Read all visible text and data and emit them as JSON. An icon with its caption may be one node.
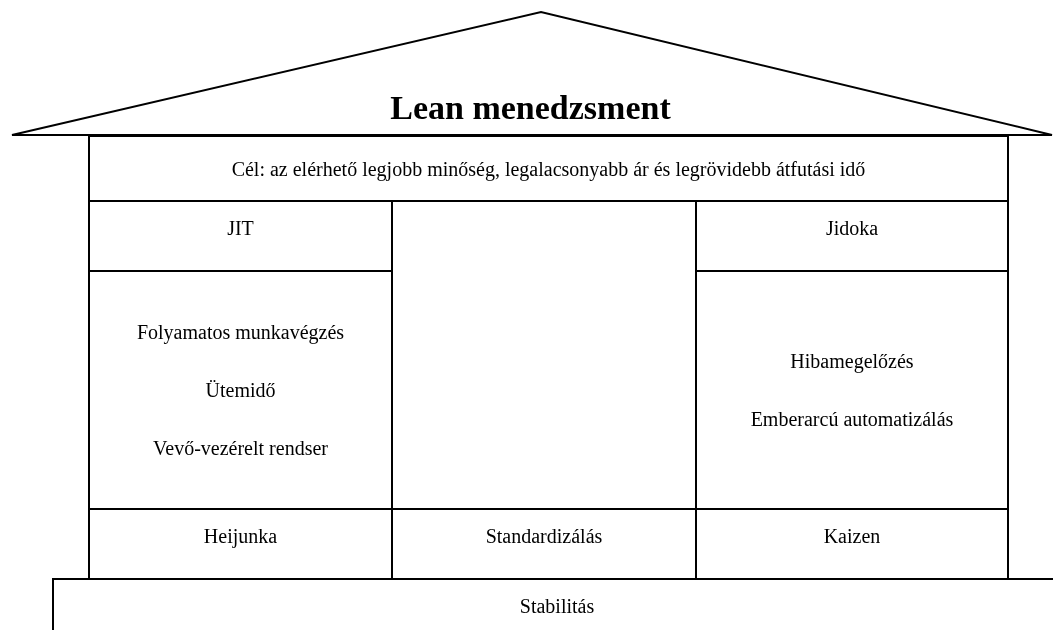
{
  "diagram": {
    "nodes": [
      {
        "text": [
          "Lean menedzsment"
        ]
      },
      {
        "text": [
          "Cél: az elérhető legjobb minőség, legalacsonyabb ár és legrövidebb átfutási idő"
        ]
      },
      {
        "text": [
          "JIT"
        ]
      },
      {
        "text": [
          "Folyamatos munkavégzés",
          "Ütemidő",
          "Vevő-vezérelt rendser"
        ]
      },
      {
        "text": [
          "Jidoka"
        ]
      },
      {
        "text": [
          "Hibamegelőzés",
          "Emberarcú automatizálás"
        ]
      },
      {
        "text": [
          "Heijunka"
        ]
      },
      {
        "text": [
          "Standardizálás"
        ]
      },
      {
        "text": [
          "Kaizen"
        ]
      },
      {
        "text": [
          "Stabilitás"
        ]
      }
    ],
    "edges": []
  }
}
